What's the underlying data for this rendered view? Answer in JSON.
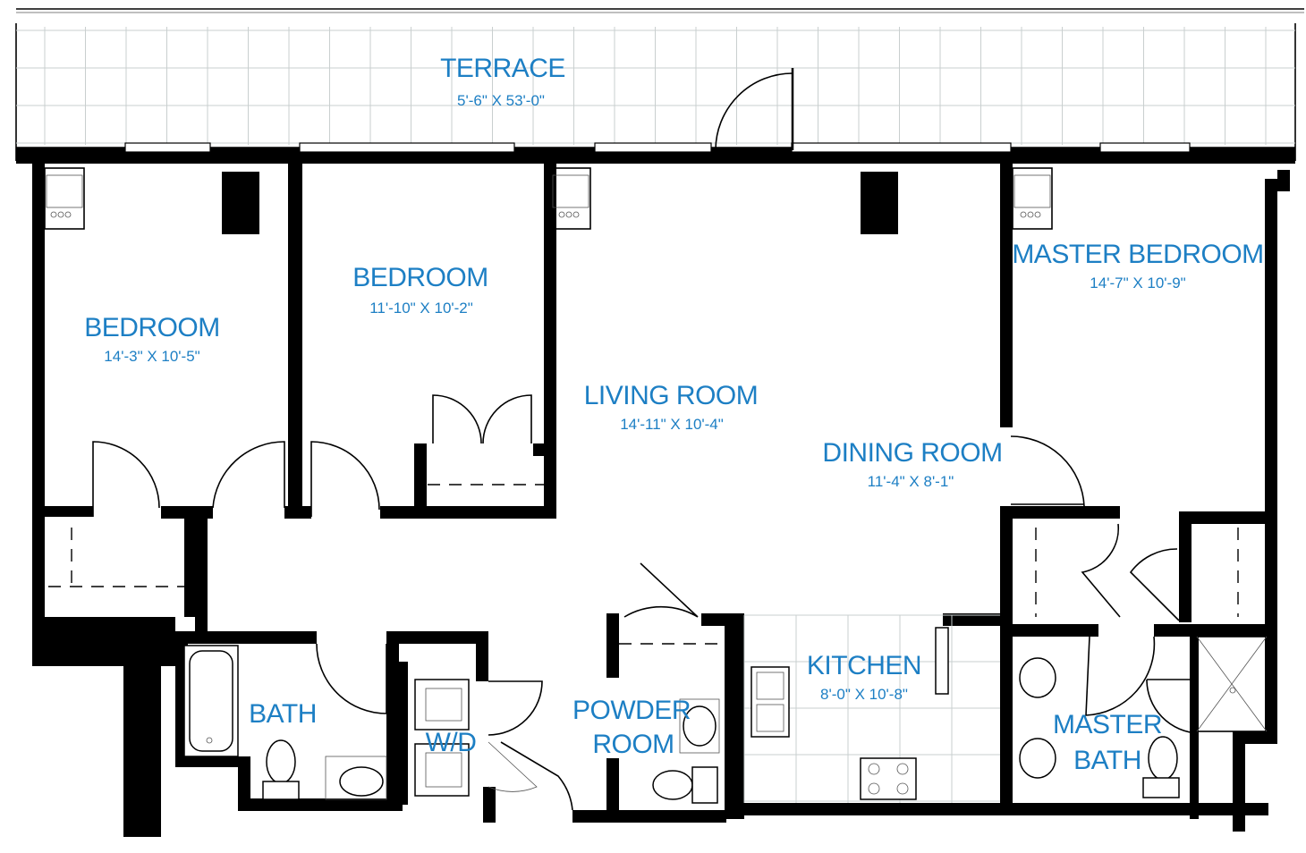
{
  "rooms": {
    "terrace": {
      "name": "TERRACE",
      "dims": "5'-6\" X 53'-0\""
    },
    "bedroom_left": {
      "name": "BEDROOM",
      "dims": "14'-3\" X 10'-5\""
    },
    "bedroom_middle": {
      "name": "BEDROOM",
      "dims": "11'-10\" X 10'-2\""
    },
    "living_room": {
      "name": "LIVING ROOM",
      "dims": "14'-11\" X 10'-4\""
    },
    "dining_room": {
      "name": "DINING ROOM",
      "dims": "11'-4\" X 8'-1\""
    },
    "master_bedroom": {
      "name": "MASTER BEDROOM",
      "dims": "14'-7\" X 10'-9\""
    },
    "kitchen": {
      "name": "KITCHEN",
      "dims": "8'-0\" X 10'-8\""
    },
    "bath": {
      "name": "BATH"
    },
    "wd": {
      "name": "W/D"
    },
    "powder_room": {
      "name_line1": "POWDER",
      "name_line2": "ROOM"
    },
    "master_bath": {
      "name_line1": "MASTER",
      "name_line2": "BATH"
    }
  },
  "colors": {
    "label": "#1d7fc4",
    "wall": "#000000",
    "tile": "#c9cfcf"
  }
}
